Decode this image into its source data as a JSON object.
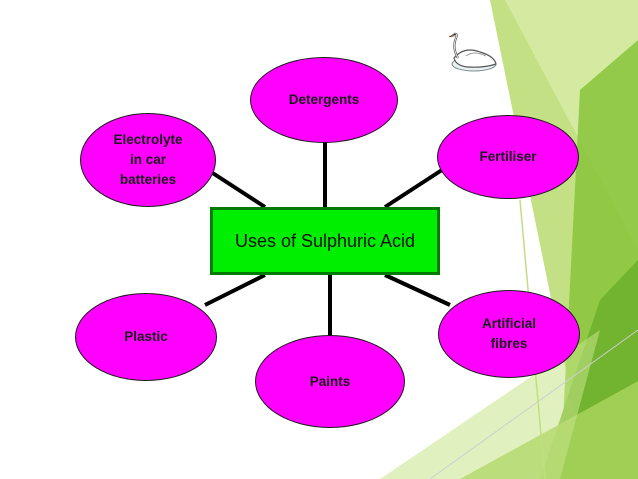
{
  "diagram": {
    "center_label": "Uses of Sulphuric Acid",
    "nodes": [
      {
        "id": "detergents",
        "label": "Detergents"
      },
      {
        "id": "fertiliser",
        "label": "Fertiliser"
      },
      {
        "id": "electrolyte",
        "label": "Electrolyte\nin car\nbatteries"
      },
      {
        "id": "plastic",
        "label": "Plastic"
      },
      {
        "id": "paints",
        "label": "Paints"
      },
      {
        "id": "artificial_fibres",
        "label": "Artificial\nfibres"
      }
    ]
  },
  "colors": {
    "node_fill": "#ff00ff",
    "center_fill": "#00ee00",
    "center_border": "#007a00",
    "connector": "#000000",
    "accent_green": "#8cc63f"
  },
  "icons": {
    "top_right": "swan-icon"
  }
}
